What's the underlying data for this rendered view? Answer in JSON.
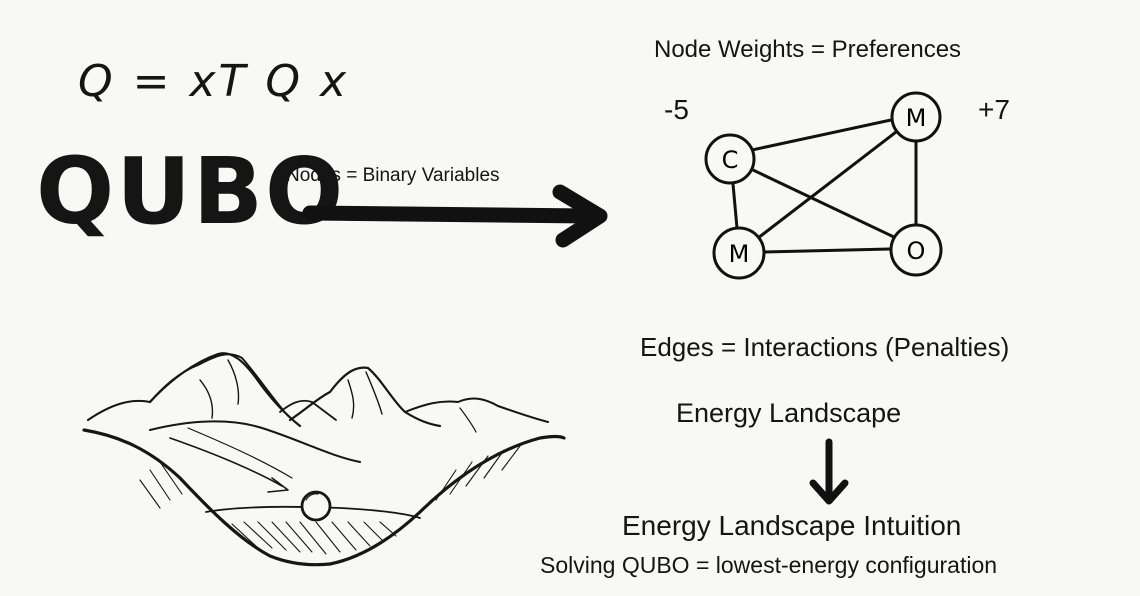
{
  "formula": "Q = xT Q x",
  "title": "QUBO",
  "nodes_label": "Nodes = Binary Variables",
  "graph": {
    "heading": "Node Weights = Preferences",
    "weight_left": "-5",
    "weight_right": "+7",
    "nodes": [
      {
        "id": "c",
        "label": "C"
      },
      {
        "id": "m-top",
        "label": "M"
      },
      {
        "id": "m-bottom",
        "label": "M"
      },
      {
        "id": "o",
        "label": "O"
      }
    ],
    "edges": [
      [
        "c",
        "m-top"
      ],
      [
        "c",
        "m-bottom"
      ],
      [
        "c",
        "o"
      ],
      [
        "m-top",
        "m-bottom"
      ],
      [
        "m-top",
        "o"
      ],
      [
        "m-bottom",
        "o"
      ]
    ]
  },
  "edges_label": "Edges = Interactions (Penalties)",
  "energy_landscape_label": "Energy Landscape",
  "intuition": {
    "title": "Energy Landscape Intuition",
    "subtitle": "Solving QUBO = lowest-energy configuration"
  }
}
